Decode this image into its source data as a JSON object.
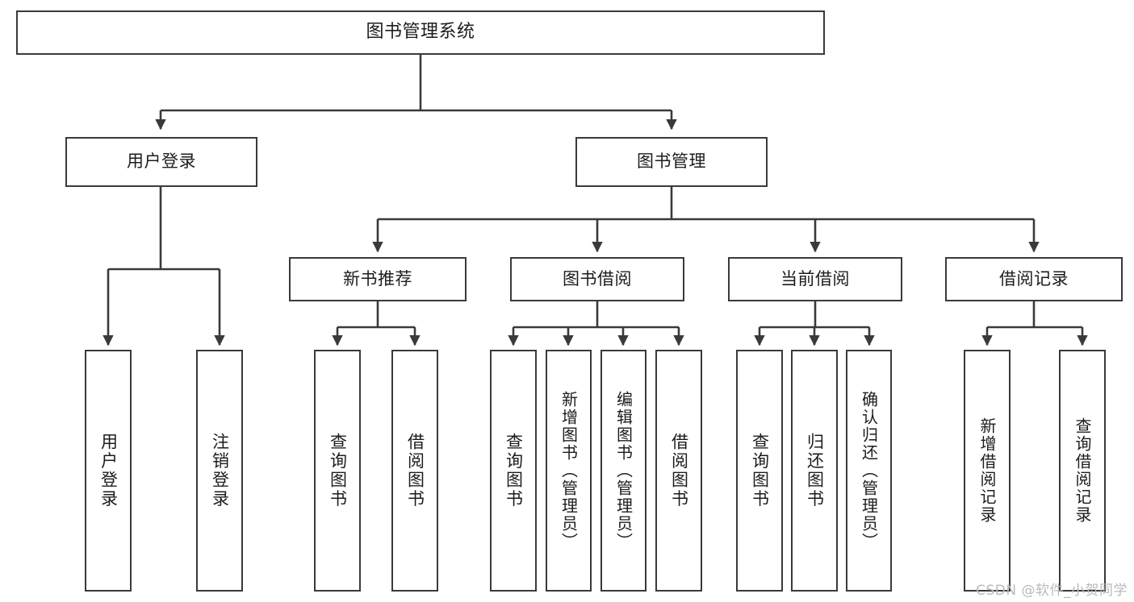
{
  "diagram": {
    "title": "图书管理系统",
    "type": "tree-hierarchy",
    "root": {
      "id": "root",
      "label": "图书管理系统"
    },
    "level1": [
      {
        "id": "user-login",
        "label": "用户登录"
      },
      {
        "id": "book-manage",
        "label": "图书管理"
      }
    ],
    "level2": [
      {
        "id": "new-book-rec",
        "label": "新书推荐",
        "parent": "book-manage"
      },
      {
        "id": "book-borrow",
        "label": "图书借阅",
        "parent": "book-manage"
      },
      {
        "id": "current-borrow",
        "label": "当前借阅",
        "parent": "book-manage"
      },
      {
        "id": "borrow-record",
        "label": "借阅记录",
        "parent": "book-manage"
      }
    ],
    "leaves": {
      "user-login": [
        {
          "id": "leaf-user-login",
          "label": "用户登录"
        },
        {
          "id": "leaf-user-logout",
          "label": "注销登录"
        }
      ],
      "new-book-rec": [
        {
          "id": "leaf-query-book-1",
          "label": "查询图书"
        },
        {
          "id": "leaf-borrow-book-1",
          "label": "借阅图书"
        }
      ],
      "book-borrow": [
        {
          "id": "leaf-query-book-2",
          "label": "查询图书"
        },
        {
          "id": "leaf-add-book",
          "label": "新增图书（管理员）"
        },
        {
          "id": "leaf-edit-book",
          "label": "编辑图书（管理员）"
        },
        {
          "id": "leaf-borrow-book-2",
          "label": "借阅图书"
        }
      ],
      "current-borrow": [
        {
          "id": "leaf-query-book-3",
          "label": "查询图书"
        },
        {
          "id": "leaf-return-book",
          "label": "归还图书"
        },
        {
          "id": "leaf-confirm-return",
          "label": "确认归还（管理员）"
        }
      ],
      "borrow-record": [
        {
          "id": "leaf-add-record",
          "label": "新增借阅记录"
        },
        {
          "id": "leaf-query-record",
          "label": "查询借阅记录"
        }
      ]
    }
  },
  "watermark": {
    "text": "CSDN @软件_小贺同学"
  },
  "colors": {
    "stroke": "#3a3a3a",
    "background": "#ffffff",
    "text": "#1c1c1c",
    "watermark": "#b9b9b9"
  }
}
